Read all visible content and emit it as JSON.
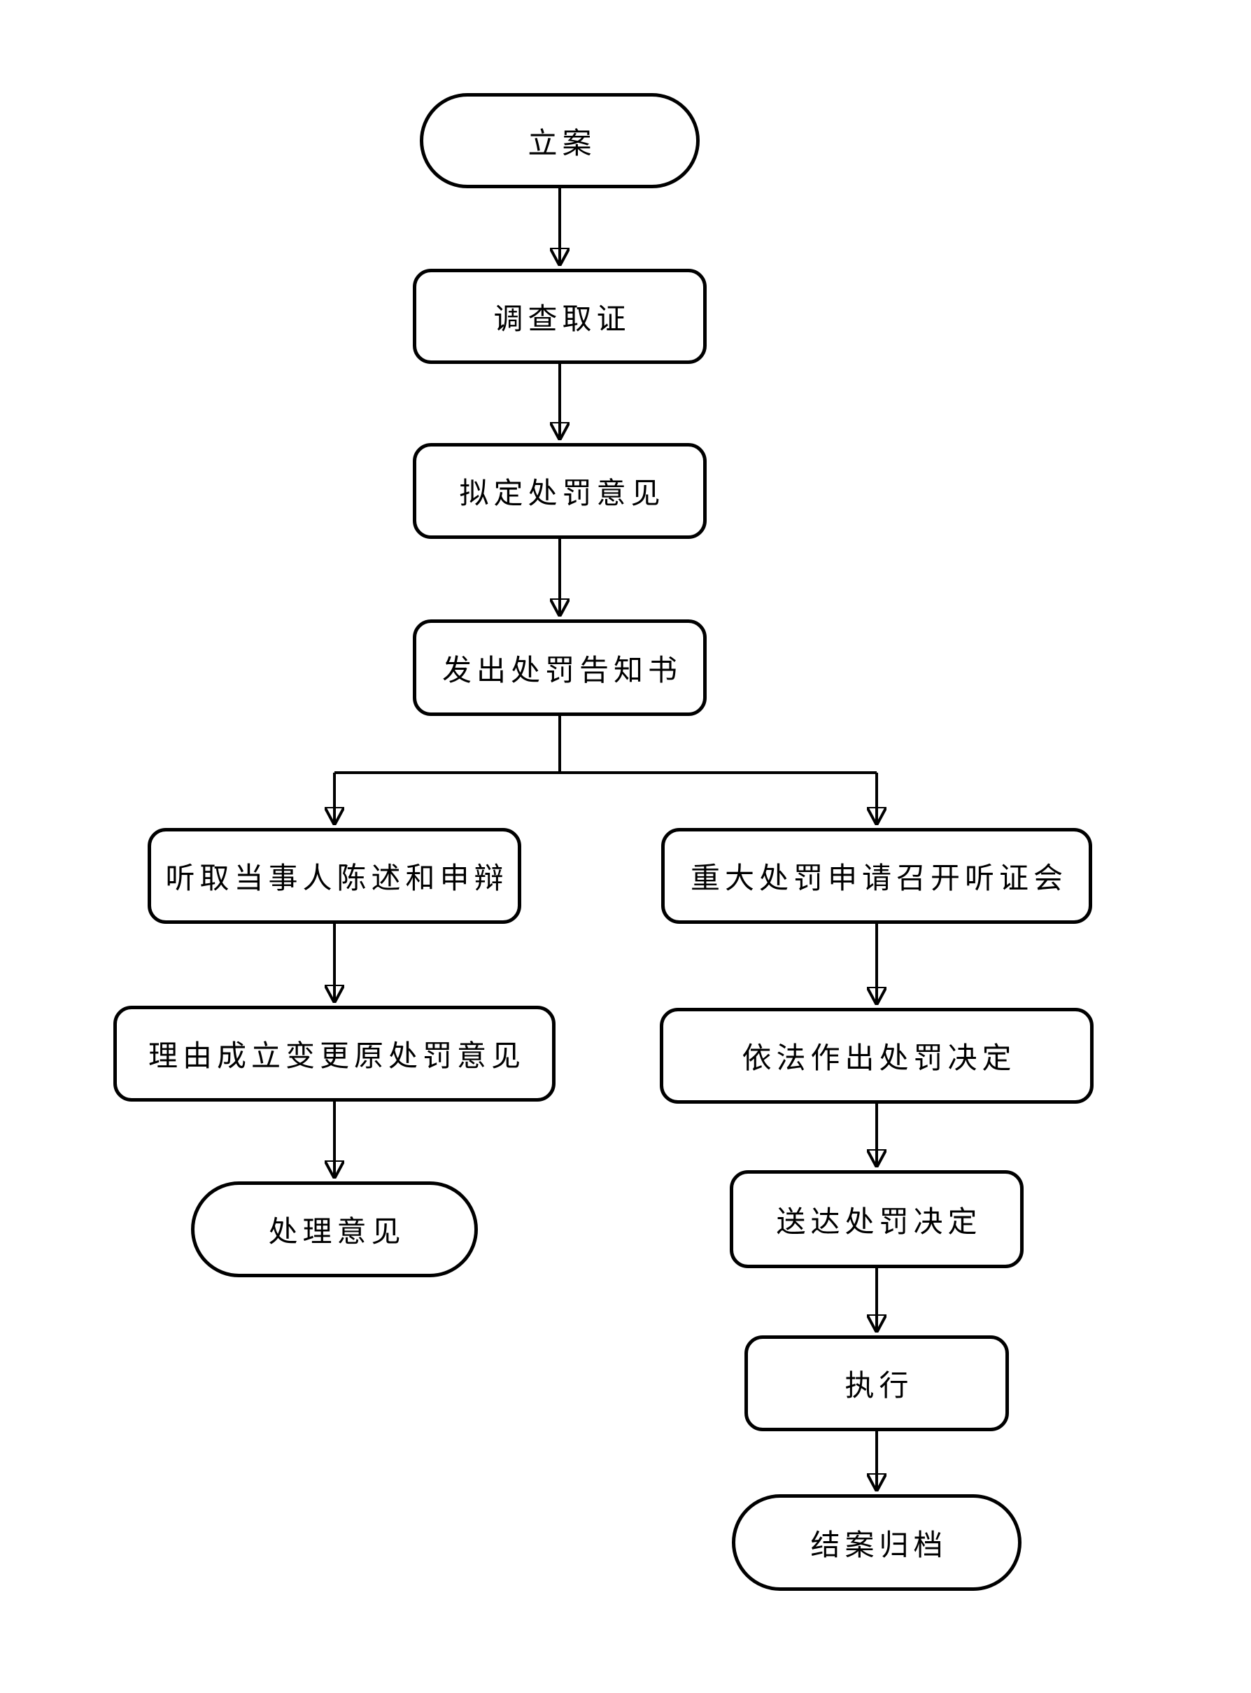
{
  "diagram": {
    "type": "flowchart",
    "direction": "top-down",
    "colors": {
      "stroke": "#000000",
      "fill": "#ffffff",
      "text": "#000000"
    },
    "nodes": [
      {
        "id": "li-an",
        "label": "立案",
        "shape": "terminator"
      },
      {
        "id": "diao-cha-qu-zheng",
        "label": "调查取证",
        "shape": "process"
      },
      {
        "id": "ni-ding-chu-fa-yi-jian",
        "label": "拟定处罚意见",
        "shape": "process"
      },
      {
        "id": "fa-chu-gao-zhi-shu",
        "label": "发出处罚告知书",
        "shape": "process"
      },
      {
        "id": "ting-qu-chen-shu",
        "label": "听取当事人陈述和申辩",
        "shape": "process"
      },
      {
        "id": "li-you-cheng-li",
        "label": "理由成立变更原处罚意见",
        "shape": "process"
      },
      {
        "id": "chu-li-yi-jian",
        "label": "处理意见",
        "shape": "terminator"
      },
      {
        "id": "zhong-da-chu-fa",
        "label": "重大处罚申请召开听证会",
        "shape": "process"
      },
      {
        "id": "yi-fa-zuo-chu",
        "label": "依法作出处罚决定",
        "shape": "process"
      },
      {
        "id": "song-da-jue-ding",
        "label": "送达处罚决定",
        "shape": "process"
      },
      {
        "id": "zhi-xing",
        "label": "执行",
        "shape": "process"
      },
      {
        "id": "jie-an-gui-dang",
        "label": "结案归档",
        "shape": "terminator"
      }
    ],
    "edges": [
      {
        "from": "li-an",
        "to": "diao-cha-qu-zheng"
      },
      {
        "from": "diao-cha-qu-zheng",
        "to": "ni-ding-chu-fa-yi-jian"
      },
      {
        "from": "ni-ding-chu-fa-yi-jian",
        "to": "fa-chu-gao-zhi-shu"
      },
      {
        "from": "fa-chu-gao-zhi-shu",
        "to": "ting-qu-chen-shu"
      },
      {
        "from": "fa-chu-gao-zhi-shu",
        "to": "zhong-da-chu-fa"
      },
      {
        "from": "ting-qu-chen-shu",
        "to": "li-you-cheng-li"
      },
      {
        "from": "li-you-cheng-li",
        "to": "chu-li-yi-jian"
      },
      {
        "from": "zhong-da-chu-fa",
        "to": "yi-fa-zuo-chu"
      },
      {
        "from": "yi-fa-zuo-chu",
        "to": "song-da-jue-ding"
      },
      {
        "from": "song-da-jue-ding",
        "to": "zhi-xing"
      },
      {
        "from": "zhi-xing",
        "to": "jie-an-gui-dang"
      }
    ]
  }
}
